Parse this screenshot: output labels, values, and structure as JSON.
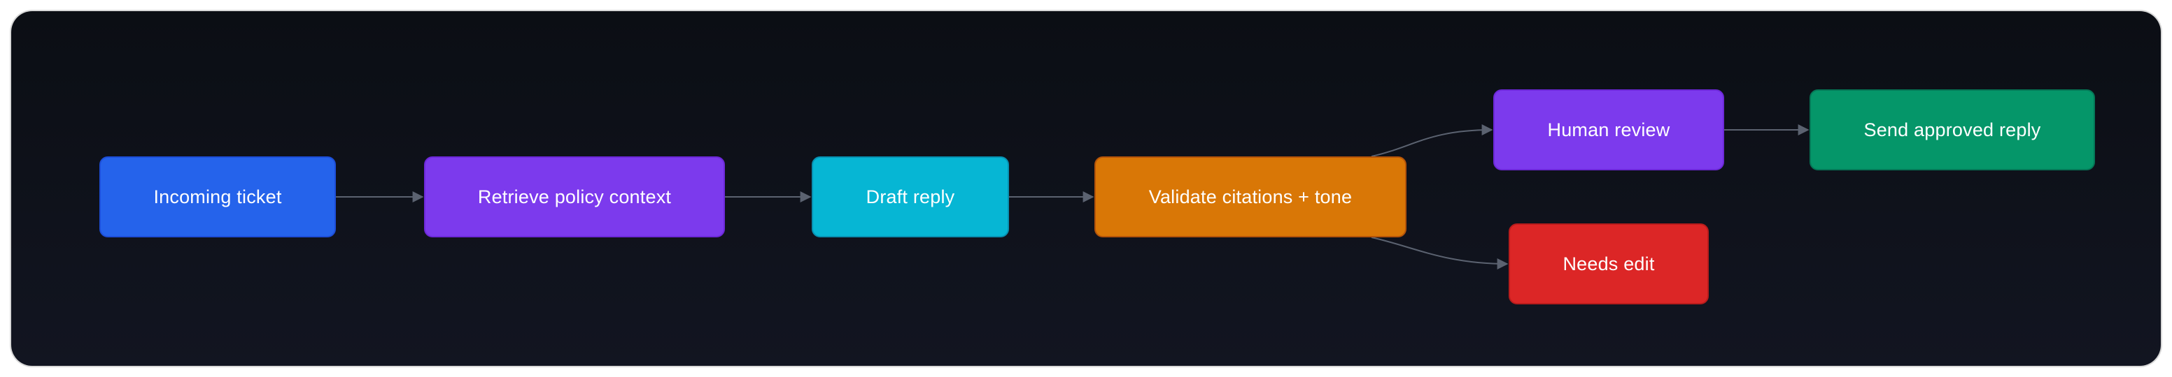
{
  "diagram": {
    "colors": {
      "background": "#0f121b",
      "edge": "#5b6270",
      "text": "#ffffff"
    },
    "nodes": [
      {
        "id": "incoming",
        "label": "Incoming ticket",
        "fill": "#2563eb",
        "border": "#1d4ed8"
      },
      {
        "id": "retrieve",
        "label": "Retrieve policy context",
        "fill": "#7c3aed",
        "border": "#6d28d9"
      },
      {
        "id": "draft",
        "label": "Draft reply",
        "fill": "#06b6d4",
        "border": "#0891b2"
      },
      {
        "id": "validate",
        "label": "Validate citations + tone",
        "fill": "#d97706",
        "border": "#b45309"
      },
      {
        "id": "human",
        "label": "Human review",
        "fill": "#7c3aed",
        "border": "#6d28d9"
      },
      {
        "id": "send",
        "label": "Send approved reply",
        "fill": "#059669",
        "border": "#047857"
      },
      {
        "id": "needs-edit",
        "label": "Needs edit",
        "fill": "#dc2626",
        "border": "#b91c1c"
      }
    ],
    "edges": [
      {
        "from": "incoming",
        "to": "retrieve"
      },
      {
        "from": "retrieve",
        "to": "draft"
      },
      {
        "from": "draft",
        "to": "validate"
      },
      {
        "from": "validate",
        "to": "human"
      },
      {
        "from": "human",
        "to": "send"
      },
      {
        "from": "validate",
        "to": "needs-edit"
      }
    ]
  }
}
